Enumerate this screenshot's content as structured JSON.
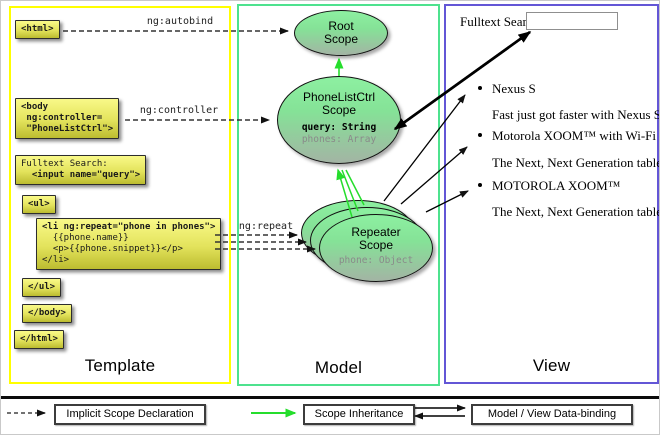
{
  "panels": {
    "template": {
      "label": "Template"
    },
    "model": {
      "label": "Model"
    },
    "view": {
      "label": "View"
    }
  },
  "template_code": {
    "html_open": "<html>",
    "body_open": "<body\n ng:controller=\n \"PhoneListCtrl\">",
    "fulltext_label": "Fulltext Search:",
    "fulltext_input": "  <input name=\"query\">",
    "ul_open": "<ul>",
    "li_open": "<li ng:repeat=\"phone in phones\">",
    "li_body": "  {{phone.name}}\n  <p>{{phone.snippet}}</p>\n</li>",
    "ul_close": "</ul>",
    "body_close": "</body>",
    "html_close": "</html>"
  },
  "edge_labels": {
    "autobind": "ng:autobind",
    "controller": "ng:controller",
    "repeat": "ng:repeat"
  },
  "model": {
    "root_scope_title": "Root\nScope",
    "phonelist_title": "PhoneListCtrl\nScope",
    "phonelist_query": "query: String",
    "phonelist_phones": "phones: Array",
    "repeater_title": "Repeater\nScope",
    "repeater_phone": "phone: Object"
  },
  "view": {
    "search_label": "Fulltext Search:",
    "search_value": "",
    "items": [
      {
        "name": "Nexus S",
        "snippet": "Fast just got faster with Nexus S."
      },
      {
        "name": "Motorola XOOM™  with Wi-Fi",
        "snippet": "The Next, Next Generation tablet."
      },
      {
        "name": "MOTOROLA XOOM™",
        "snippet": "The Next, Next Generation tablet."
      }
    ]
  },
  "legend": {
    "implicit": "Implicit Scope Declaration",
    "inheritance": "Scope Inheritance",
    "databinding": "Model / View Data-binding"
  },
  "colors": {
    "template_border": "#ffff00",
    "model_border": "#4ee28e",
    "view_border": "#6356d6",
    "code_box_top": "#f9f988",
    "code_box_bottom": "#bcbc30",
    "scope_green_top": "#8df0a1",
    "scope_gray_bottom": "#a3b4a4",
    "inheritance_green": "#25dd2c"
  }
}
